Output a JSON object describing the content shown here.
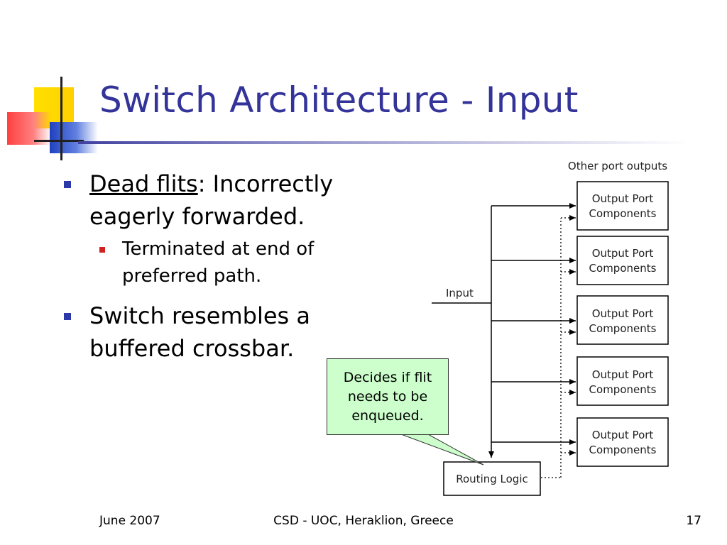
{
  "slide": {
    "title": "Switch Architecture - Input",
    "bullets": [
      {
        "lead": "Dead flits",
        "text": ": Incorrectly eagerly forwarded.",
        "sub": [
          "Terminated at end of preferred path."
        ]
      },
      {
        "text": "Switch resembles a buffered crossbar."
      }
    ]
  },
  "diagram": {
    "header": "Other port outputs",
    "input_label": "Input",
    "output_port_line1": "Output Port",
    "output_port_line2": "Components",
    "routing_logic": "Routing Logic",
    "callout_lines": [
      "Decides if flit",
      "needs to be",
      "enqueued."
    ]
  },
  "footer": {
    "date": "June 2007",
    "center": "CSD - UOC, Heraklion, Greece",
    "page": "17"
  },
  "colors": {
    "title": "#33339a",
    "bullet_level1": "#2b3aa8",
    "bullet_level2": "#d02020",
    "callout_fill": "#ccffcc"
  }
}
